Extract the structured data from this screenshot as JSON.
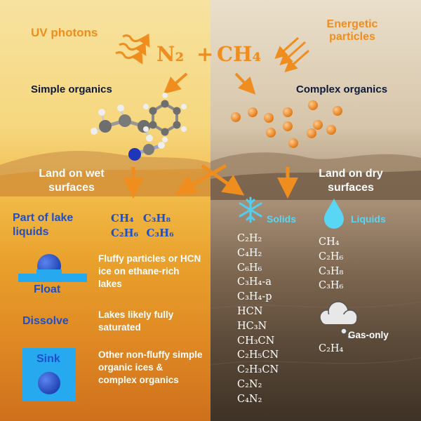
{
  "header": {
    "uv_label": "UV photons",
    "energetic_label": "Energetic particles",
    "reaction": {
      "n2": "N₂",
      "plus": "+",
      "ch4": "CH₄"
    }
  },
  "left": {
    "title": "Simple organics",
    "land_label": "Land on wet surfaces",
    "lake_label": "Part of lake liquids",
    "lake_species": [
      "CH₄",
      "C₃H₈",
      "C₂H₆",
      "C₃H₆"
    ],
    "float_label": "Float",
    "float_text": "Fluffy particles or HCN ice on ethane-rich lakes",
    "dissolve_label": "Dissolve",
    "dissolve_text": "Lakes likely fully saturated",
    "sink_label": "Sink",
    "sink_text": "Other non-fluffy simple organic ices & complex organics"
  },
  "right": {
    "title": "Complex organics",
    "land_label": "Land on dry surfaces",
    "solids_label": "Solids",
    "solids": [
      "C₂H₂",
      "C₄H₂",
      "C₆H₆",
      "C₃H₄-a",
      "C₃H₄-p",
      "HCN",
      "HC₃N",
      "CH₃CN",
      "C₂H₅CN",
      "C₂H₃CN",
      "C₂N₂",
      "C₄N₂"
    ],
    "liquids_label": "Liquids",
    "liquids": [
      "CH₄",
      "C₂H₆",
      "C₃H₈",
      "C₃H₆"
    ],
    "gas_label": "Gas-only",
    "gas": [
      "C₂H₄"
    ]
  },
  "colors": {
    "orange": "#ef8d1e",
    "navy": "#0e1a3c",
    "blue": "#1f4fc8",
    "cyan": "#59d6f4",
    "water": "#27a9f0",
    "sphere": "#2a52c9"
  }
}
